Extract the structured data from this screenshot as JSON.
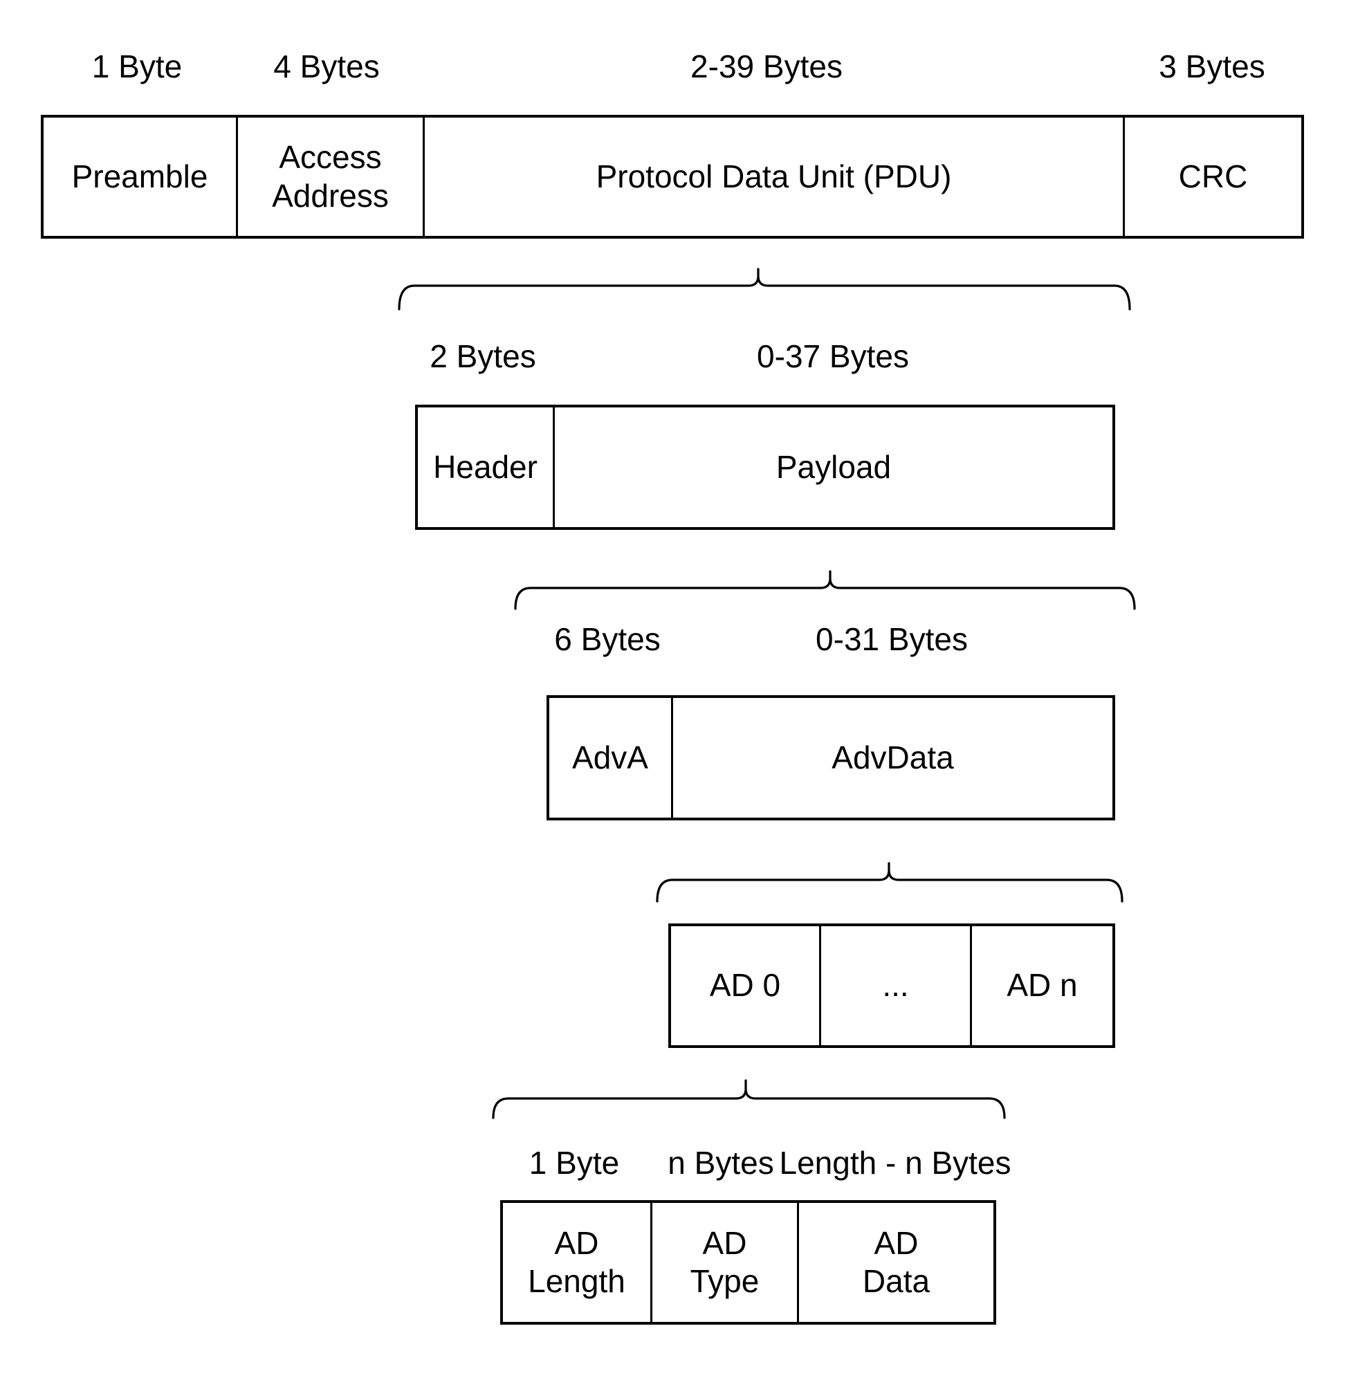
{
  "rows": [
    {
      "name": "packet",
      "size_labels": [
        {
          "text": "1 Byte"
        },
        {
          "text": "4 Bytes"
        },
        {
          "text": "2-39 Bytes"
        },
        {
          "text": "3 Bytes"
        }
      ],
      "cells": [
        {
          "label": "Preamble"
        },
        {
          "label": "Access\nAddress"
        },
        {
          "label": "Protocol Data Unit (PDU)"
        },
        {
          "label": "CRC"
        }
      ]
    },
    {
      "name": "pdu",
      "size_labels": [
        {
          "text": "2 Bytes"
        },
        {
          "text": "0-37 Bytes"
        }
      ],
      "cells": [
        {
          "label": "Header"
        },
        {
          "label": "Payload"
        }
      ]
    },
    {
      "name": "payload",
      "size_labels": [
        {
          "text": "6 Bytes"
        },
        {
          "text": "0-31 Bytes"
        }
      ],
      "cells": [
        {
          "label": "AdvA"
        },
        {
          "label": "AdvData"
        }
      ]
    },
    {
      "name": "advdata",
      "size_labels": [],
      "cells": [
        {
          "label": "AD 0"
        },
        {
          "label": "..."
        },
        {
          "label": "AD n"
        }
      ]
    },
    {
      "name": "ad-structure",
      "size_labels": [
        {
          "text": "1 Byte"
        },
        {
          "text": "n Bytes"
        },
        {
          "text": "Length - n Bytes"
        }
      ],
      "cells": [
        {
          "label": "AD\nLength"
        },
        {
          "label": "AD\nType"
        },
        {
          "label": "AD\nData"
        }
      ]
    }
  ],
  "colors": {
    "stroke": "#000000",
    "background": "#ffffff"
  }
}
